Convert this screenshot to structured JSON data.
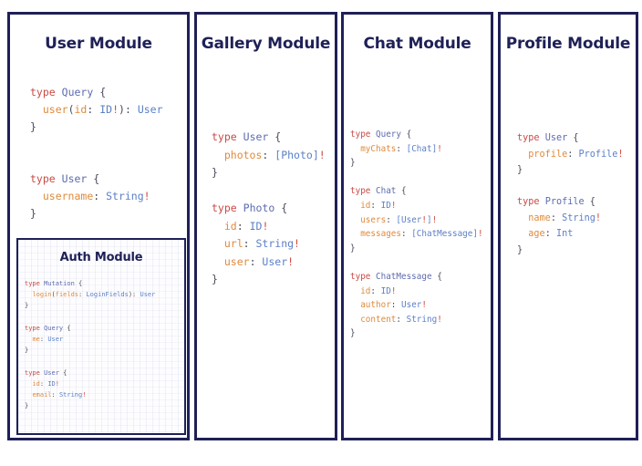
{
  "colors": {
    "border": "#1f2057",
    "title": "#1f2057",
    "background": "#ffffff",
    "keyword": "#c94a45",
    "type_name": "#5d6bb0",
    "field_name": "#e08a3c",
    "return_type": "#5b7fc7",
    "bang": "#d1493f",
    "punctuation": "#4a4a5a"
  },
  "cards": {
    "user": {
      "title": "User Module",
      "code": "type Query {\n  user(id: ID!): User\n}\n\n\ntype User {\n  username: String!\n}"
    },
    "auth": {
      "title": "Auth Module",
      "code": "type Mutation {\n  login(fields: LoginFields): User\n}\n\ntype Query {\n  me: User\n}\n\ntype User {\n  id: ID!\n  email: String!\n}"
    },
    "gallery": {
      "title": "Gallery Module",
      "code": "type User {\n  photos: [Photo]!\n}\n\ntype Photo {\n  id: ID!\n  url: String!\n  user: User!\n}"
    },
    "chat": {
      "title": "Chat Module",
      "code": "type Query {\n  myChats: [Chat]!\n}\n\ntype Chat {\n  id: ID!\n  users: [User!]!\n  messages: [ChatMessage]!\n}\n\ntype ChatMessage {\n  id: ID!\n  author: User!\n  content: String!\n}"
    },
    "profile": {
      "title": "Profile Module",
      "code": "type User {\n  profile: Profile!\n}\n\ntype Profile {\n  name: String!\n  age: Int\n}"
    }
  }
}
